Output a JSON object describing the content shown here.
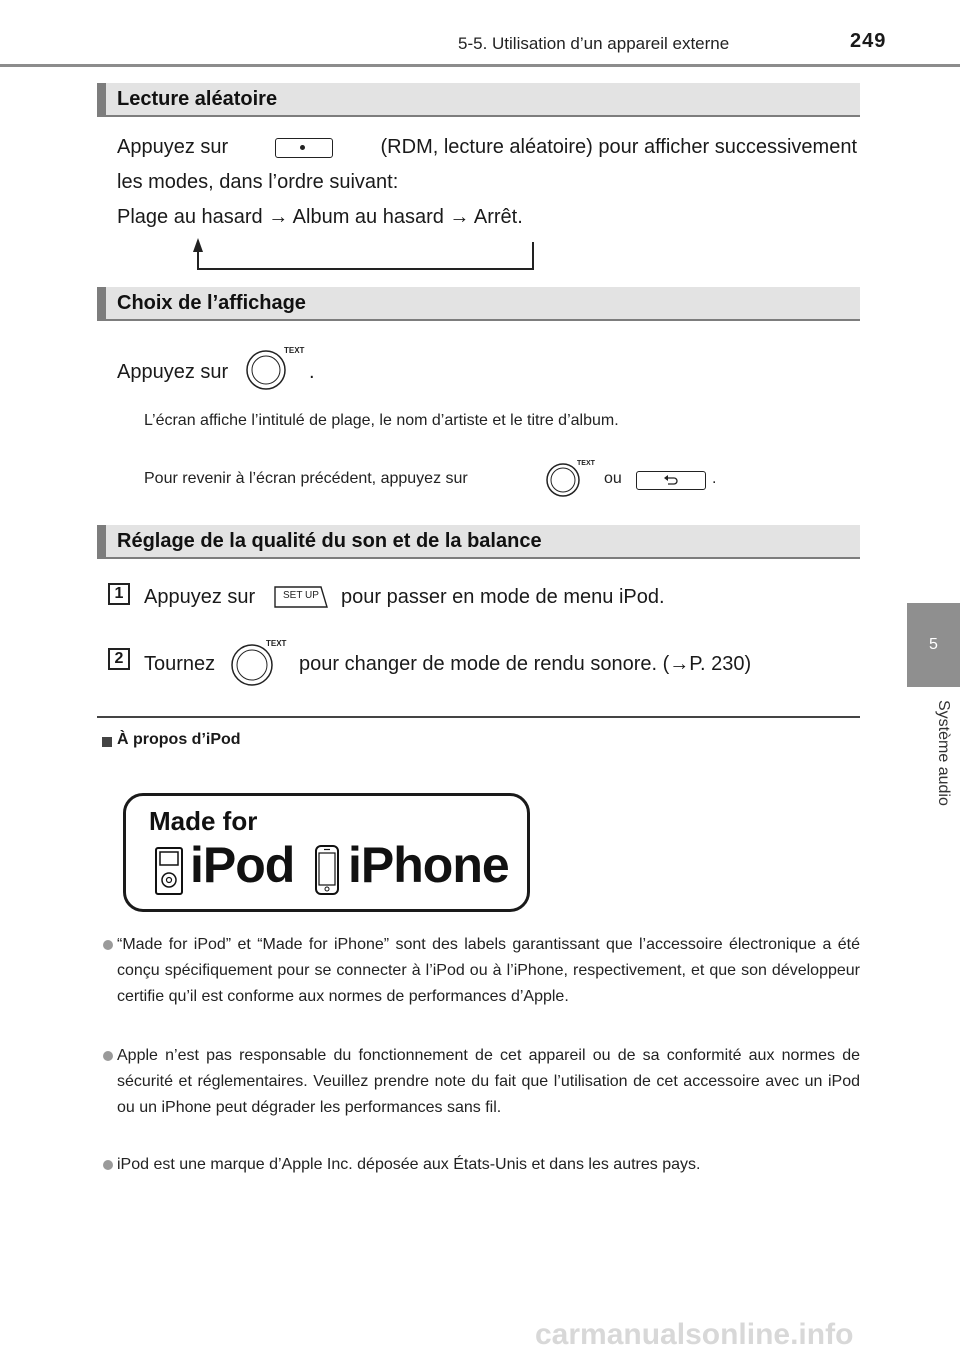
{
  "header": {
    "chapter": "5-5. Utilisation d’un appareil externe",
    "page_number": "249"
  },
  "side_tab": {
    "number": "5",
    "label": "Système audio"
  },
  "section1": {
    "title": "Lecture aléatoire",
    "line1_before": "Appuyez sur",
    "line1_after": "(RDM, lecture aléatoire) pour afficher successivement",
    "line2": "les modes, dans l’ordre suivant:",
    "line3": "Plage au hasard → Album au hasard → Arrêt."
  },
  "section2": {
    "title": "Choix de l’affichage",
    "press_text": "Appuyez sur",
    "press_end": ".",
    "knob_label": "TEXT",
    "note1": "L’écran affiche l’intitulé de plage, le nom d’artiste et le titre d’album.",
    "note2_before": "Pour revenir à l’écran précédent, appuyez sur",
    "note2_middle": "ou",
    "note2_end": "."
  },
  "section3": {
    "title": "Réglage de la qualité du son et de la balance",
    "step1_num": "1",
    "step1_before": "Appuyez sur",
    "step1_button": "SET UP",
    "step1_after": "pour passer en mode de menu iPod.",
    "step2_num": "2",
    "step2_before": "Tournez",
    "step2_after": "pour changer de mode de rendu sonore. (→P. 230)"
  },
  "about": {
    "heading": "À propos d’iPod",
    "logo_made_for": "Made for",
    "logo_ipod": "iPod",
    "logo_iphone": "iPhone",
    "bullets": [
      "“Made for iPod” et “Made for iPhone” sont des labels garantissant que l’accessoire électronique a été conçu spécifiquement pour se connecter à l’iPod ou à l’iPhone, respectivement, et que son développeur certifie qu’il est conforme aux normes de performances d’Apple.",
      "Apple n’est pas responsable du fonctionnement de cet appareil ou de sa conformité aux normes de sécurité et réglementaires. Veuillez prendre note du fait que l’utilisation de cet accessoire avec un iPod ou un iPhone peut dégrader les performances sans fil.",
      "iPod est une marque d’Apple Inc. déposée aux États-Unis et dans les autres pays."
    ]
  },
  "footer": {
    "watermark": "carmanualsonline.info"
  }
}
